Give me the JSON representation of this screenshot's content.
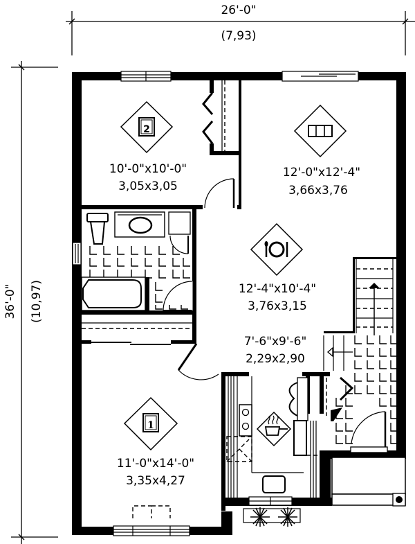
{
  "plan": {
    "colors": {
      "ink": "#000000",
      "paper": "#ffffff"
    },
    "overall_width": {
      "imperial": "26'-0\"",
      "metric": "(7,93)"
    },
    "overall_depth": {
      "imperial": "36'-0\"",
      "metric": "(10,97)"
    },
    "rooms": [
      {
        "id": "bedroom-2",
        "icon": "bed-2-icon",
        "icon_label": "2",
        "imperial": "10'-0\"x10'-0\"",
        "metric": "3,05x3,05"
      },
      {
        "id": "living-room",
        "icon": "sofa-icon",
        "imperial": "12'-0\"x12'-4\"",
        "metric": "3,66x3,76"
      },
      {
        "id": "dining-room",
        "icon": "plate-cutlery-icon",
        "imperial": "12'-4\"x10'-4\"",
        "metric": "3,76x3,15"
      },
      {
        "id": "kitchen",
        "icon": "cooking-pot-icon",
        "imperial": "7'-6\"x9'-6\"",
        "metric": "2,29x2,90"
      },
      {
        "id": "bedroom-1",
        "icon": "bed-1-icon",
        "icon_label": "1",
        "imperial": "11'-0\"x14'-0\"",
        "metric": "3,35x4,27"
      }
    ],
    "fixtures": [
      "toilet",
      "sink",
      "bathtub",
      "linen-closet",
      "stairs-up",
      "stove",
      "kitchen-sink",
      "dishwasher",
      "refrigerator",
      "entry-porch",
      "closets"
    ]
  }
}
